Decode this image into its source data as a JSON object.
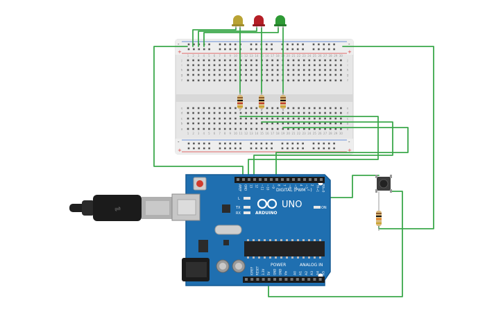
{
  "colors": {
    "wire": "#3aa84a",
    "board": "#1f6fb0",
    "board_edge": "#155a93",
    "breadboard": "#e8e8e8",
    "led_yellow": "#b9a334",
    "led_red": "#b51e26",
    "led_green": "#2e9a35",
    "rail_red": "#d93a3a",
    "rail_blue": "#3b6fd0"
  },
  "breadboard": {
    "rail_plus": "+",
    "rail_minus": "-",
    "row_letters_top": [
      "j",
      "i",
      "h",
      "g",
      "f"
    ],
    "row_letters_bottom": [
      "e",
      "d",
      "c",
      "b",
      "a"
    ],
    "column_numbers": [
      "1",
      "2",
      "3",
      "4",
      "5",
      "6",
      "7",
      "8",
      "9",
      "10",
      "11",
      "12",
      "13",
      "14",
      "15",
      "16",
      "17",
      "18",
      "19",
      "20",
      "21",
      "22",
      "23",
      "24",
      "25",
      "26",
      "27",
      "28",
      "29",
      "30"
    ]
  },
  "arduino": {
    "brand": "ARDUINO",
    "model": "UNO",
    "digital_label": "DIGITAL (PWM ~)",
    "power_label": "POWER",
    "analog_label": "ANALOG IN",
    "led_l": "L",
    "led_tx": "TX",
    "led_rx": "RX",
    "led_on": "ON",
    "digital_pins": [
      "AREF",
      "GND",
      "13",
      "12",
      "~11",
      "~10",
      "~9",
      "8",
      "7",
      "~6",
      "~5",
      "4",
      "~3",
      "2",
      "TX→1",
      "RX←0"
    ],
    "power_pins": [
      "IOREF",
      "RESET",
      "3.3V",
      "5V",
      "GND",
      "GND",
      "Vin"
    ],
    "analog_pins": [
      "A0",
      "A1",
      "A2",
      "A3",
      "A4",
      "A5"
    ]
  }
}
